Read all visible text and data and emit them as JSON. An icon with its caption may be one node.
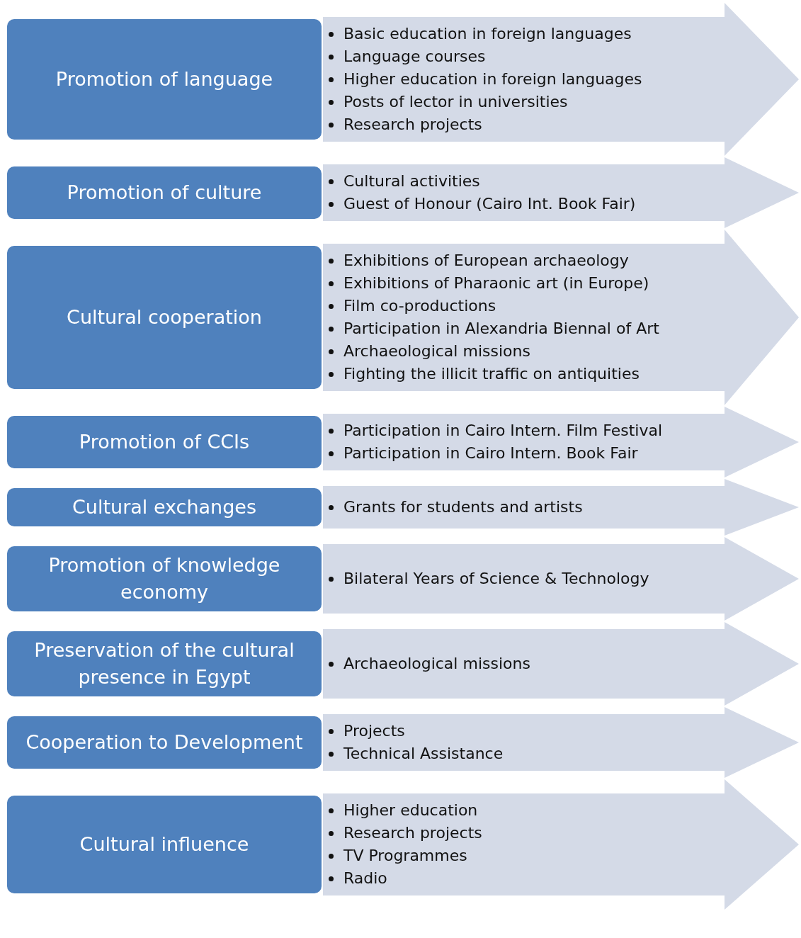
{
  "diagram": {
    "nodes": [
      {
        "text": [
          "Promotion of language"
        ]
      },
      {
        "text": [
          "Basic education in foreign languages",
          "Language courses",
          "Higher education in foreign languages",
          "Posts of lector in universities",
          "Research projects"
        ]
      },
      {
        "text": [
          "Promotion of culture"
        ]
      },
      {
        "text": [
          "Cultural activities",
          "Guest of Honour (Cairo Int. Book Fair)"
        ]
      },
      {
        "text": [
          "Cultural cooperation"
        ]
      },
      {
        "text": [
          "Exhibitions of European archaeology",
          "Exhibitions of Pharaonic art (in Europe)",
          "Film co-productions",
          "Participation in Alexandria Biennal of Art",
          "Archaeological missions",
          "Fighting the illicit traffic on antiquities"
        ]
      },
      {
        "text": [
          "Promotion of  CCIs"
        ]
      },
      {
        "text": [
          "Participation in Cairo Intern. Film Festival",
          "Participation in  Cairo Intern. Book Fair"
        ]
      },
      {
        "text": [
          "Cultural exchanges"
        ]
      },
      {
        "text": [
          "Grants for students and  artists"
        ]
      },
      {
        "text": [
          "Promotion of knowledge economy"
        ]
      },
      {
        "text": [
          "Bilateral Years of Science & Technology"
        ]
      },
      {
        "text": [
          "Preservation of the cultural presence in Egypt"
        ]
      },
      {
        "text": [
          "Archaeological missions"
        ]
      },
      {
        "text": [
          "Cooperation to Development"
        ]
      },
      {
        "text": [
          "Projects",
          "Technical Assistance"
        ]
      },
      {
        "text": [
          "Cultural influence"
        ]
      },
      {
        "text": [
          "Higher education",
          "Research projects",
          "TV Programmes",
          "Radio"
        ]
      }
    ]
  }
}
